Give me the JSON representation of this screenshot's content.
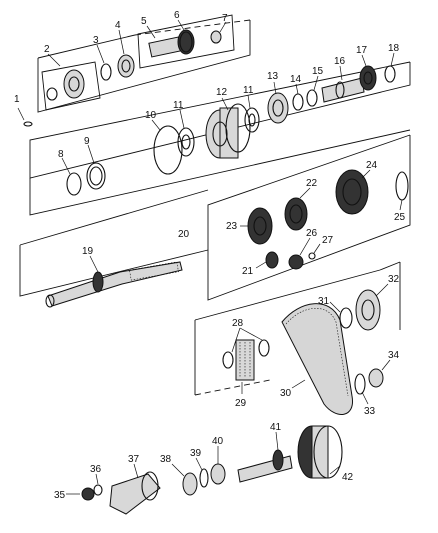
{
  "diagram": {
    "callouts": [
      "1",
      "2",
      "3",
      "4",
      "5",
      "6",
      "7",
      "8",
      "9",
      "10",
      "11",
      "11",
      "12",
      "13",
      "14",
      "15",
      "16",
      "17",
      "18",
      "19",
      "20",
      "21",
      "22",
      "23",
      "24",
      "25",
      "26",
      "27",
      "28",
      "29",
      "30",
      "31",
      "32",
      "33",
      "34",
      "35",
      "36",
      "37",
      "38",
      "39",
      "40",
      "41",
      "42"
    ]
  }
}
